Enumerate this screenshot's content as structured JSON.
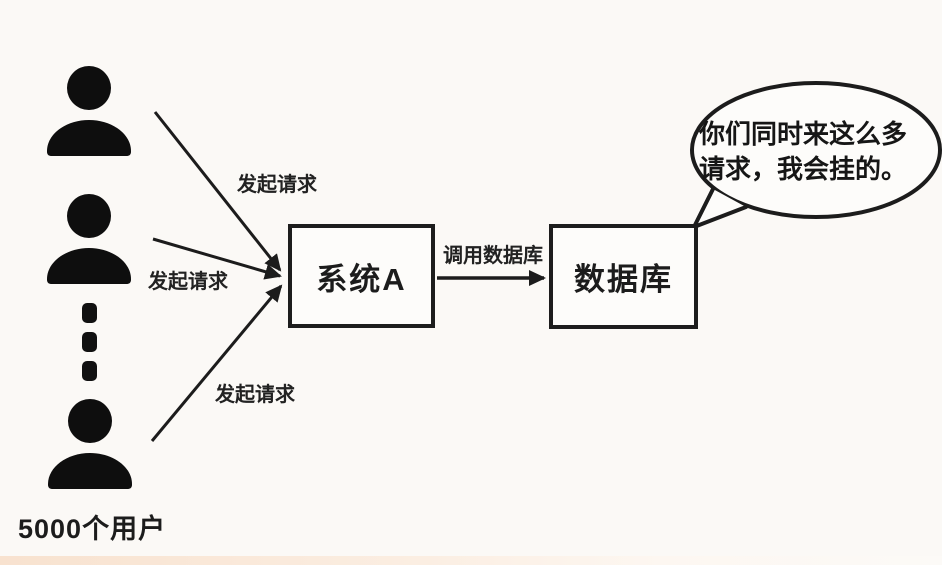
{
  "diagram": {
    "background_color": "#fbf9f6",
    "ink_color": "#1c1c1c",
    "users_group_label": "5000个用户",
    "request_labels": [
      "发起请求",
      "发起请求",
      "发起请求"
    ],
    "nodes": {
      "system_a": "系统A",
      "database": "数据库"
    },
    "call_db_label": "调用数据库",
    "bubble": {
      "lines": [
        "你们同时来这么多",
        "请求，我会挂的。"
      ]
    }
  }
}
